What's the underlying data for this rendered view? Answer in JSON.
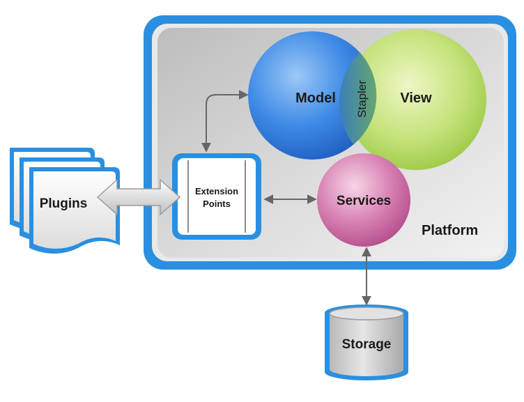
{
  "platform": {
    "label": "Platform"
  },
  "model": {
    "label": "Model"
  },
  "view": {
    "label": "View"
  },
  "stapler": {
    "label": "Stapler"
  },
  "services": {
    "label": "Services"
  },
  "extension_points": {
    "line1": "Extension",
    "line2": "Points"
  },
  "plugins": {
    "label": "Plugins"
  },
  "storage": {
    "label": "Storage"
  },
  "colors": {
    "accent_blue": "#2a8fe0",
    "platform_fill": "#cfcfcf",
    "model": "#2f7de0",
    "view": "#a9d24a",
    "services": "#cf6aa6",
    "arrow": "#666666"
  }
}
